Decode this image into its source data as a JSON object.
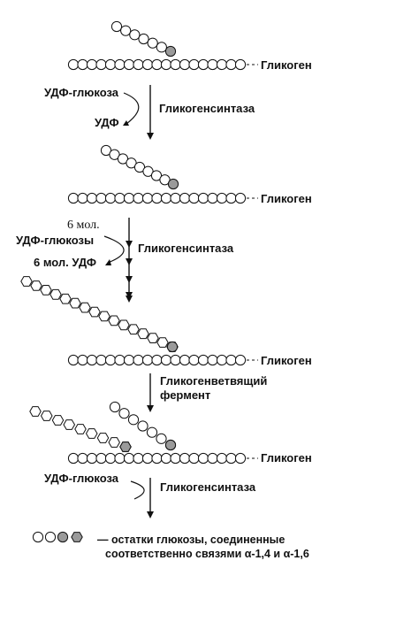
{
  "steps": {
    "s1": {
      "glycogen": "Гликоген",
      "udp_glucose": "УДФ-глюкоза",
      "udp": "УДФ",
      "enzyme": "Гликогенсинтаза"
    },
    "s2": {
      "glycogen": "Гликоген",
      "mol_count": "6 мол.",
      "udp_glucose": "УДФ-глюкозы",
      "udp": "6 мол. УДФ",
      "enzyme": "Гликогенсинтаза"
    },
    "s3": {
      "glycogen": "Гликоген",
      "enzyme_line1": "Гликогенветвящий",
      "enzyme_line2": "фермент"
    },
    "s4": {
      "glycogen": "Гликоген",
      "udp_glucose": "УДФ-глюкоза",
      "enzyme": "Гликогенсинтаза"
    }
  },
  "legend": {
    "line1": "— остатки глюкозы, соединенные",
    "line2": "соответственно связями α-1,4 и α-1,6"
  },
  "colors": {
    "ink": "#111111",
    "shaded_fill": "#9a9a9a"
  }
}
